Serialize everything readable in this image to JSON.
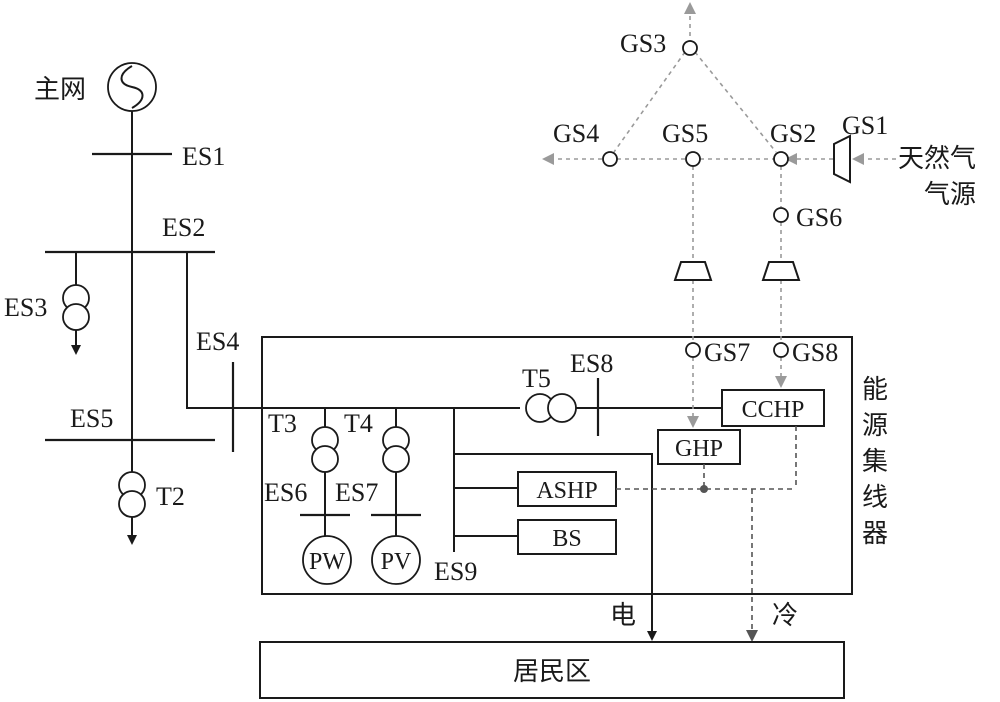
{
  "labels": {
    "grid": "主网",
    "natural_gas_source_line1": "天然气",
    "natural_gas_source_line2": "气源",
    "energy_hub_chars": [
      "能",
      "源",
      "集",
      "线",
      "器"
    ],
    "residential": "居民区",
    "electricity": "电",
    "cooling": "冷"
  },
  "electric_buses": {
    "es1": "ES1",
    "es2": "ES2",
    "es3": "ES3",
    "es4": "ES4",
    "es5": "ES5",
    "es6": "ES6",
    "es7": "ES7",
    "es8": "ES8",
    "es9": "ES9"
  },
  "gas_nodes": {
    "gs1": "GS1",
    "gs2": "GS2",
    "gs3": "GS3",
    "gs4": "GS4",
    "gs5": "GS5",
    "gs6": "GS6",
    "gs7": "GS7",
    "gs8": "GS8"
  },
  "transformers": {
    "t2": "T2",
    "t3": "T3",
    "t4": "T4",
    "t5": "T5"
  },
  "devices": {
    "cchp": "CCHP",
    "ghp": "GHP",
    "ashp": "ASHP",
    "bs": "BS",
    "pw": "PW",
    "pv": "PV"
  },
  "colors": {
    "ink": "#1a1a1a",
    "gas_line": "#9a9a9a",
    "cooling_line": "#555555"
  }
}
